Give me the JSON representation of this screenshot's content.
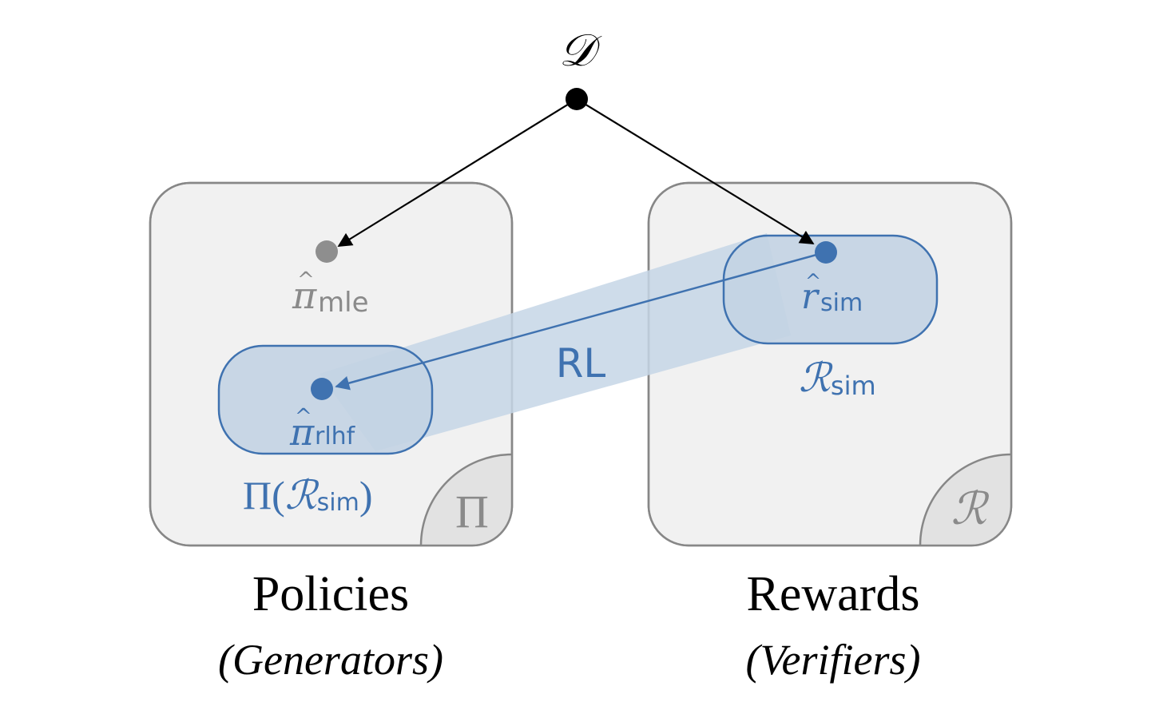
{
  "source": {
    "label": "𝒟"
  },
  "policies": {
    "corner_symbol": "Π",
    "subset_label": {
      "prefix": "Π(",
      "script": "ℛ",
      "sub": "sim",
      "suffix": ")"
    },
    "mle_point": {
      "base": "π",
      "sub": "mle"
    },
    "rlhf_point": {
      "base": "π",
      "sub": "rlhf"
    },
    "title": "Policies",
    "subtitle": "(Generators)"
  },
  "rewards": {
    "corner_symbol": "ℛ",
    "subset_label": {
      "script": "ℛ",
      "sub": "sim"
    },
    "sim_point": {
      "base": "r",
      "sub": "sim"
    },
    "title": "Rewards",
    "subtitle": "(Verifiers)"
  },
  "mapping_label": "RL",
  "colors": {
    "blue": "#3f72b0",
    "blue_fill": "#c3d3e3",
    "band_fill": "#c6d6e6",
    "panel_fill": "#f1f1f1",
    "panel_stroke": "#878787",
    "corner_fill": "#e2e2e2",
    "gray_text": "#8a8a8a",
    "gray_dot": "#8e8e8e",
    "black": "#000000"
  }
}
